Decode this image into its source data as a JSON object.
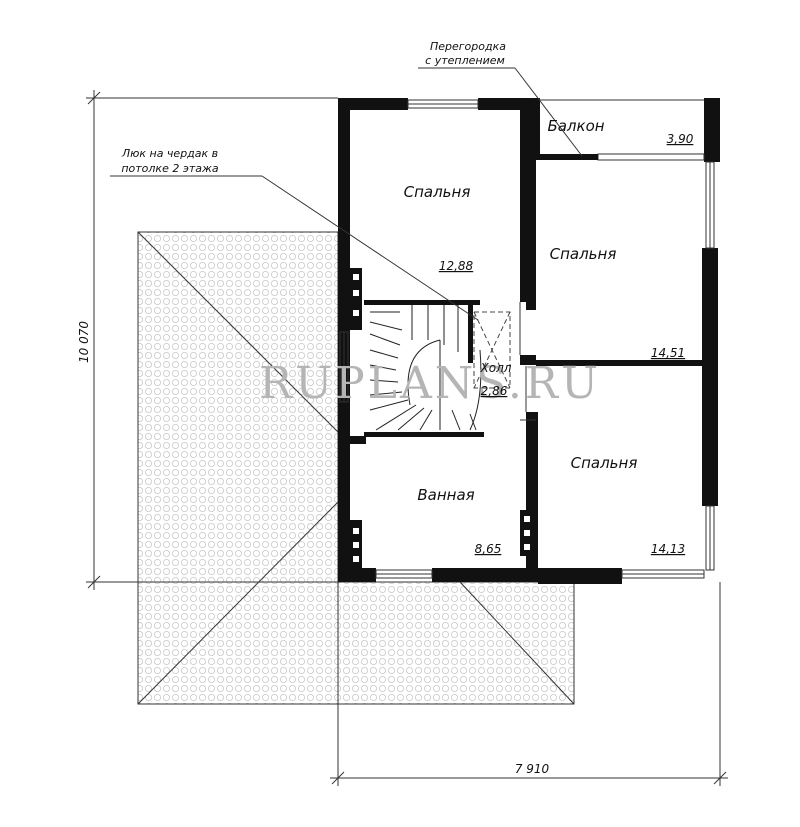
{
  "rooms": {
    "bedroom_top": {
      "name": "Спальня",
      "area": "12,88"
    },
    "bedroom_right": {
      "name": "Спальня",
      "area": "14,51"
    },
    "bedroom_bottom": {
      "name": "Спальня",
      "area": "14,13"
    },
    "bathroom": {
      "name": "Ванная",
      "area": "8,65"
    },
    "hall": {
      "name": "Холл",
      "area": "2,86"
    },
    "balcony": {
      "name": "Балкон",
      "area": "3,90"
    }
  },
  "notes": {
    "partition_line1": "Перегородка",
    "partition_line2": "с утеплением",
    "hatch_line1": "Люк на чердак в",
    "hatch_line2": "потолке 2 этажа"
  },
  "dimensions": {
    "width": "7 910",
    "height": "10 070"
  },
  "watermark": "RUPLANS.RU"
}
